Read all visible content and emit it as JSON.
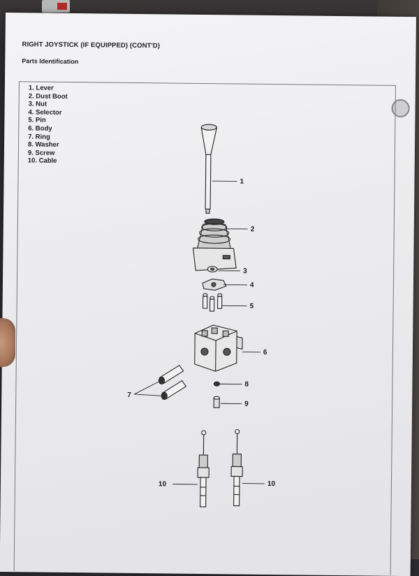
{
  "document": {
    "heading": "RIGHT JOYSTICK (IF EQUIPPED) (CONT'D)",
    "subheading": "Parts Identification",
    "parts": [
      "1. Lever",
      "2. Dust Boot",
      "3. Nut",
      "4. Selector",
      "5. Pin",
      "6. Body",
      "7. Ring",
      "8. Washer",
      "9. Screw",
      "10. Cable"
    ],
    "callouts": {
      "c1": "1",
      "c2": "2",
      "c3": "3",
      "c4": "4",
      "c5": "5",
      "c6": "6",
      "c7": "7",
      "c8": "8",
      "c9": "9",
      "c10a": "10",
      "c10b": "10"
    }
  }
}
